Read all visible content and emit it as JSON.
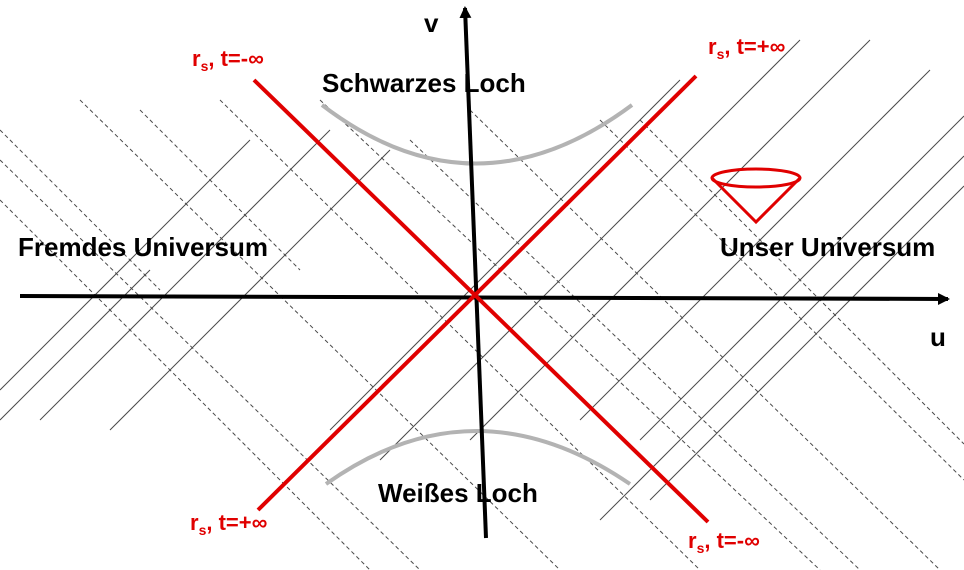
{
  "colors": {
    "horizon": "#e00000",
    "singularity": "#b3b3b3",
    "grid_solid": "#4a4a4a",
    "grid_dashed": "#4a4a4a",
    "axis": "#000000"
  },
  "labels": {
    "axis_v": "v",
    "axis_u": "u",
    "black_hole": "Schwarzes Loch",
    "white_hole": "Weißes Loch",
    "foreign_universe": "Fremdes Universum",
    "our_universe": "Unser Universum",
    "horizon_top_left": {
      "r": "r",
      "sub": "s",
      "rest": ", t=-∞"
    },
    "horizon_top_right": {
      "r": "r",
      "sub": "s",
      "rest": ", t=+∞"
    },
    "horizon_bottom_left": {
      "r": "r",
      "sub": "s",
      "rest": ", t=+∞"
    },
    "horizon_bottom_right": {
      "r": "r",
      "sub": "s",
      "rest": ", t=-∞"
    }
  },
  "icons": {
    "light_cone": "light-cone-icon"
  }
}
